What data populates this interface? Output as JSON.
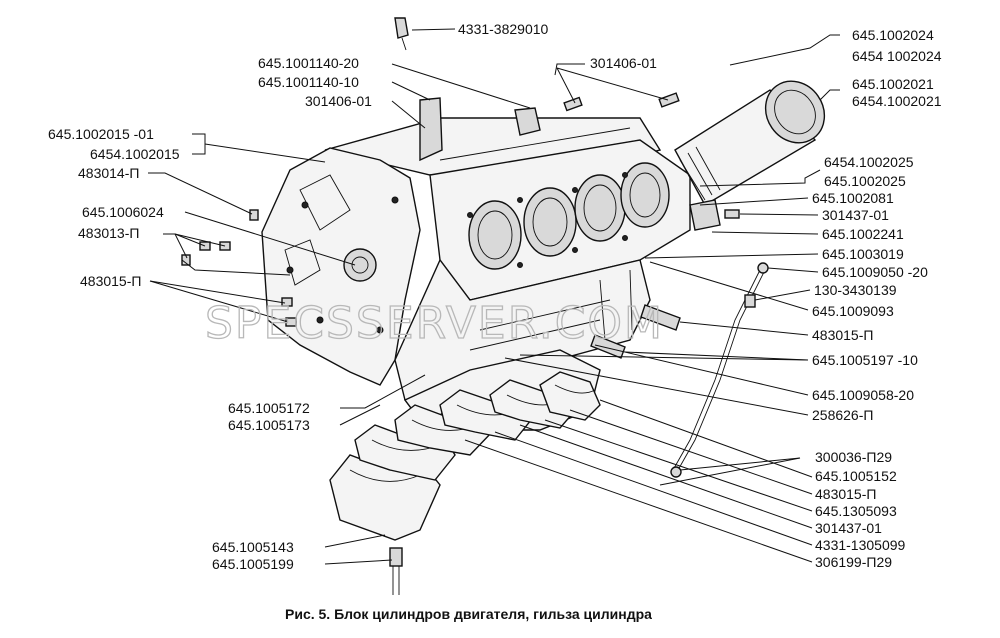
{
  "labels": {
    "l4331_3829010": "4331-3829010",
    "l645_1001140_20": "645.1001140-20",
    "l645_1001140_10": "645.1001140-10",
    "l301406_01_a": "301406-01",
    "l301406_01_b": "301406-01",
    "l645_1002015_01": "645.1002015 -01",
    "l6454_1002015": "6454.1002015",
    "l483014": "483014-П",
    "l645_1006024": "645.1006024",
    "l483013": "483013-П",
    "l483015_a": "483015-П",
    "l645_1002024": "645.1002024",
    "l6454_1002024": "6454 1002024",
    "l645_1002021": "645.1002021",
    "l6454_1002021": "6454.1002021",
    "l6454_1002025": "6454.1002025",
    "l645_1002025": "645.1002025",
    "l645_1002081": "645.1002081",
    "l301437_01_a": "301437-01",
    "l645_1002241": "645.1002241",
    "l645_1003019": "645.1003019",
    "l645_1009050_20": "645.1009050 -20",
    "l130_3430139": "130-3430139",
    "l645_1009093": "645.1009093",
    "l483015_b": "483015-П",
    "l645_1005197_10": "645.1005197 -10",
    "l645_1009058_20": "645.1009058-20",
    "l258626": "258626-П",
    "l645_1005172": "645.1005172",
    "l645_1005173": "645.1005173",
    "l300036_p29": "300036-П29",
    "l645_1005152": "645.1005152",
    "l483015_c": "483015-П",
    "l645_1305093": "645.1305093",
    "l301437_01_b": "301437-01",
    "l4331_1305099": "4331-1305099",
    "l306199_p29": "306199-П29",
    "l645_1005143": "645.1005143",
    "l645_1005199": "645.1005199"
  },
  "caption": "Рис. 5. Блок цилиндров двигателя, гильза цилиндра",
  "watermark": "SPECSSERVER.COM"
}
